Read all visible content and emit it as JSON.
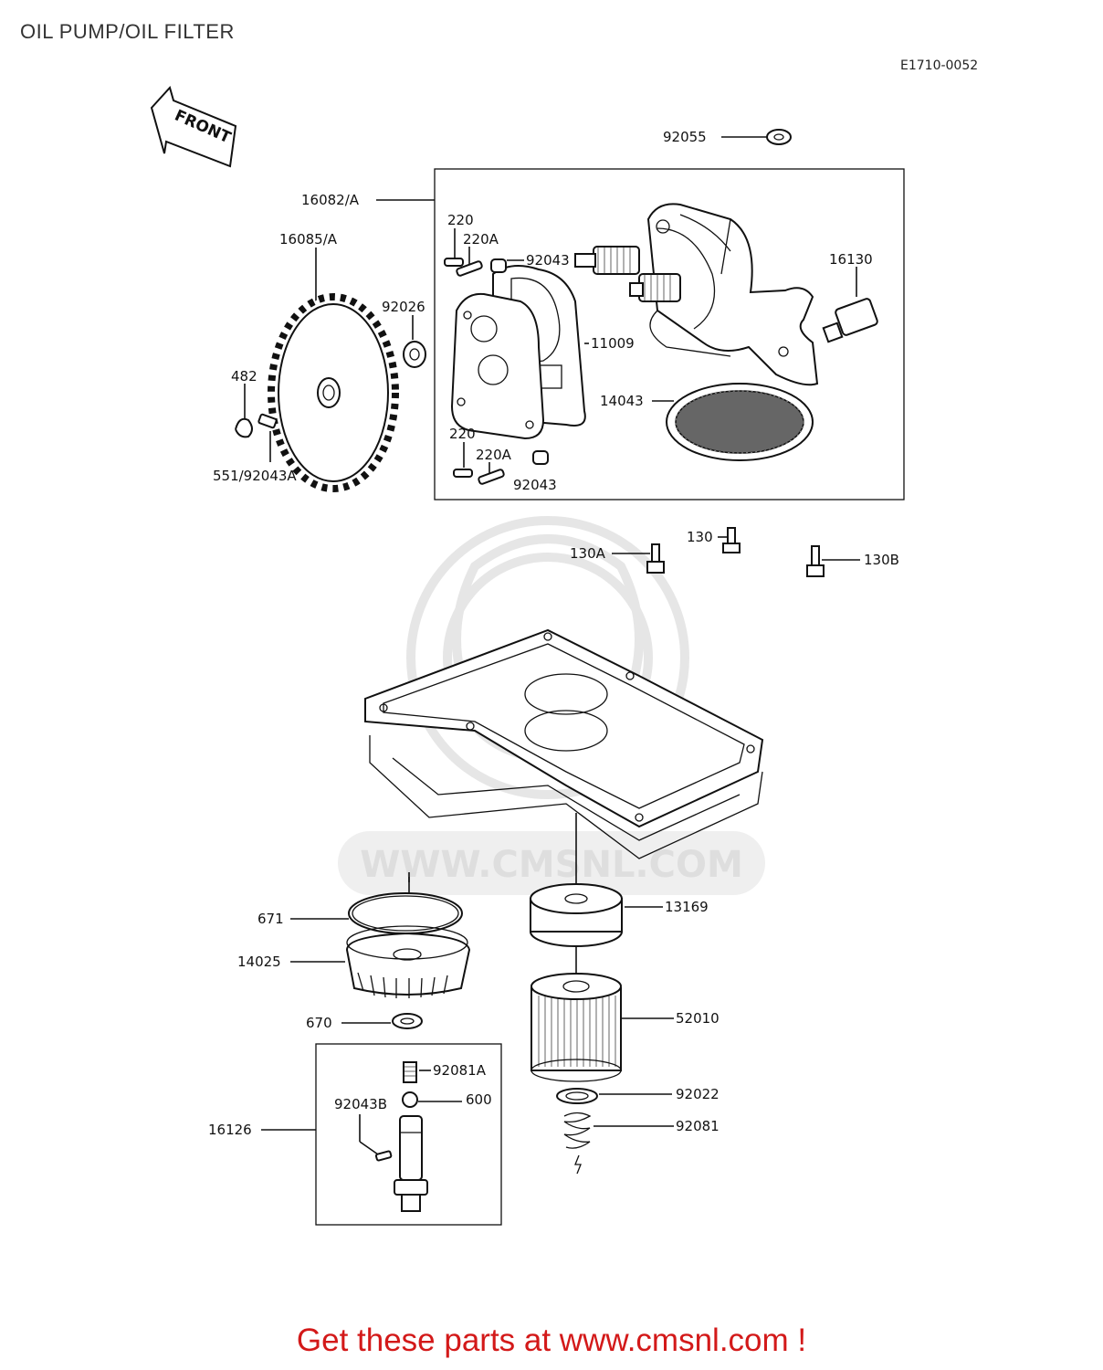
{
  "title": "OIL PUMP/OIL FILTER",
  "diagram_code": "E1710-0052",
  "front_label": "FRONT",
  "watermark_text": "WWW.CMSNL.COM",
  "cta_text": "Get these parts at www.cmsnl.com !",
  "cta_color": "#d31919",
  "parts": {
    "p92055": "92055",
    "p16082A": "16082/A",
    "p16085A": "16085/A",
    "p220_top": "220",
    "p220A_top": "220A",
    "p92043_top": "92043",
    "p16130": "16130",
    "p92026": "92026",
    "p11009": "11009",
    "p482": "482",
    "p14043": "14043",
    "p551_92043A": "551/92043A",
    "p220_bottom": "220",
    "p220A_bottom": "220A",
    "p92043_bottom": "92043",
    "p130": "130",
    "p130A": "130A",
    "p130B": "130B",
    "p671": "671",
    "p13169": "13169",
    "p14025": "14025",
    "p52010": "52010",
    "p670": "670",
    "p92081A": "92081A",
    "p600": "600",
    "p92043B": "92043B",
    "p92022": "92022",
    "p16126": "16126",
    "p92081": "92081"
  }
}
